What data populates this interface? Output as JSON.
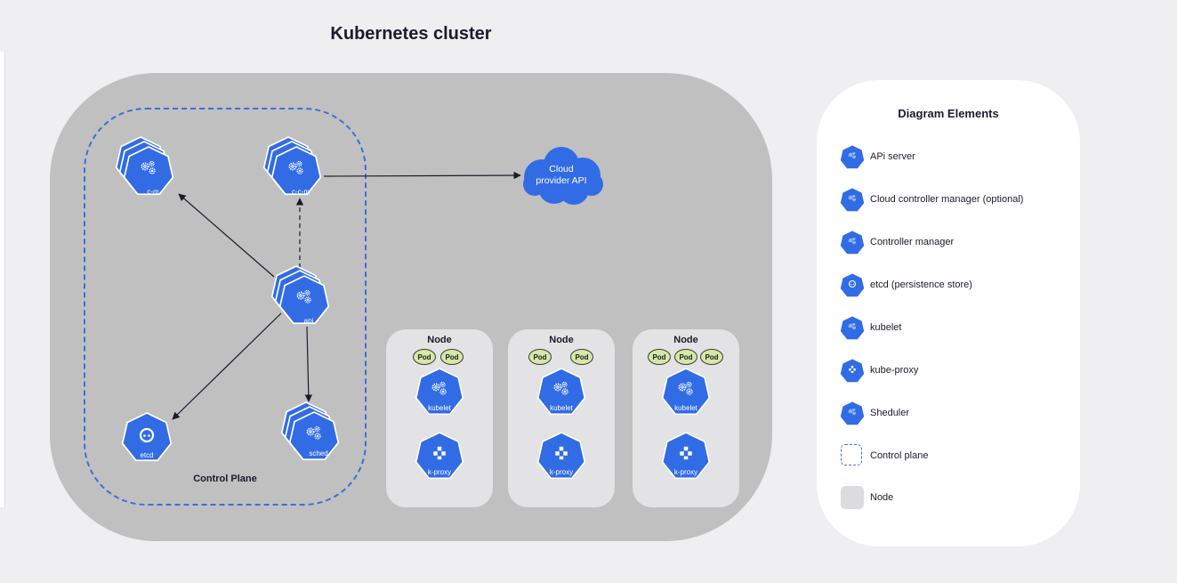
{
  "title": "Kubernetes cluster",
  "control_plane": {
    "label": "Control Plane",
    "components": [
      {
        "id": "c-m",
        "label": "c-m",
        "icon": "controller-manager-icon",
        "stacked": true
      },
      {
        "id": "c-c-m",
        "label": "c-c-m",
        "icon": "cloud-controller-manager-icon",
        "stacked": true
      },
      {
        "id": "api",
        "label": "api",
        "icon": "api-server-icon",
        "stacked": true
      },
      {
        "id": "etcd",
        "label": "etcd",
        "icon": "etcd-icon",
        "stacked": false
      },
      {
        "id": "sched",
        "label": "sched",
        "icon": "scheduler-icon",
        "stacked": true
      }
    ]
  },
  "cloud": {
    "label_line1": "Cloud",
    "label_line2": "provider API"
  },
  "nodes": [
    {
      "title": "Node",
      "pods": [
        "Pod",
        "Pod"
      ],
      "kubelet_label": "kubelet",
      "kproxy_label": "k-proxy"
    },
    {
      "title": "Node",
      "pods": [
        "Pod",
        "Pod"
      ],
      "kubelet_label": "kubelet",
      "kproxy_label": "k-proxy"
    },
    {
      "title": "Node",
      "pods": [
        "Pod",
        "Pod",
        "Pod"
      ],
      "kubelet_label": "kubelet",
      "kproxy_label": "k-proxy"
    }
  ],
  "edges": [
    {
      "from": "api",
      "to": "c-m",
      "style": "solid"
    },
    {
      "from": "api",
      "to": "c-c-m",
      "style": "dashed"
    },
    {
      "from": "api",
      "to": "etcd",
      "style": "solid"
    },
    {
      "from": "api",
      "to": "sched",
      "style": "solid"
    },
    {
      "from": "c-c-m",
      "to": "cloud",
      "style": "solid"
    }
  ],
  "legend": {
    "title": "Diagram Elements",
    "items": [
      {
        "label": "APi server",
        "icon": "api-server-icon",
        "tag": "api"
      },
      {
        "label": "Cloud controller manager (optional)",
        "icon": "cloud-controller-manager-icon",
        "tag": "c-c-m"
      },
      {
        "label": "Controller manager",
        "icon": "controller-manager-icon",
        "tag": "c-m"
      },
      {
        "label": "etcd (persistence store)",
        "icon": "etcd-icon",
        "tag": "etcd"
      },
      {
        "label": "kubelet",
        "icon": "kubelet-icon",
        "tag": "kubelet"
      },
      {
        "label": "kube-proxy",
        "icon": "kube-proxy-icon",
        "tag": "k-proxy"
      },
      {
        "label": "Sheduler",
        "icon": "scheduler-icon",
        "tag": "sched"
      },
      {
        "label": "Control plane",
        "icon": "control-plane-swatch"
      },
      {
        "label": "Node",
        "icon": "node-swatch"
      }
    ]
  },
  "colors": {
    "k8s_blue": "#326ce5",
    "pod_fill": "#d5e8a4",
    "cluster_bg": "#c0c0c0",
    "node_bg": "#e3e3e5",
    "dash": "#3b6fd9"
  }
}
